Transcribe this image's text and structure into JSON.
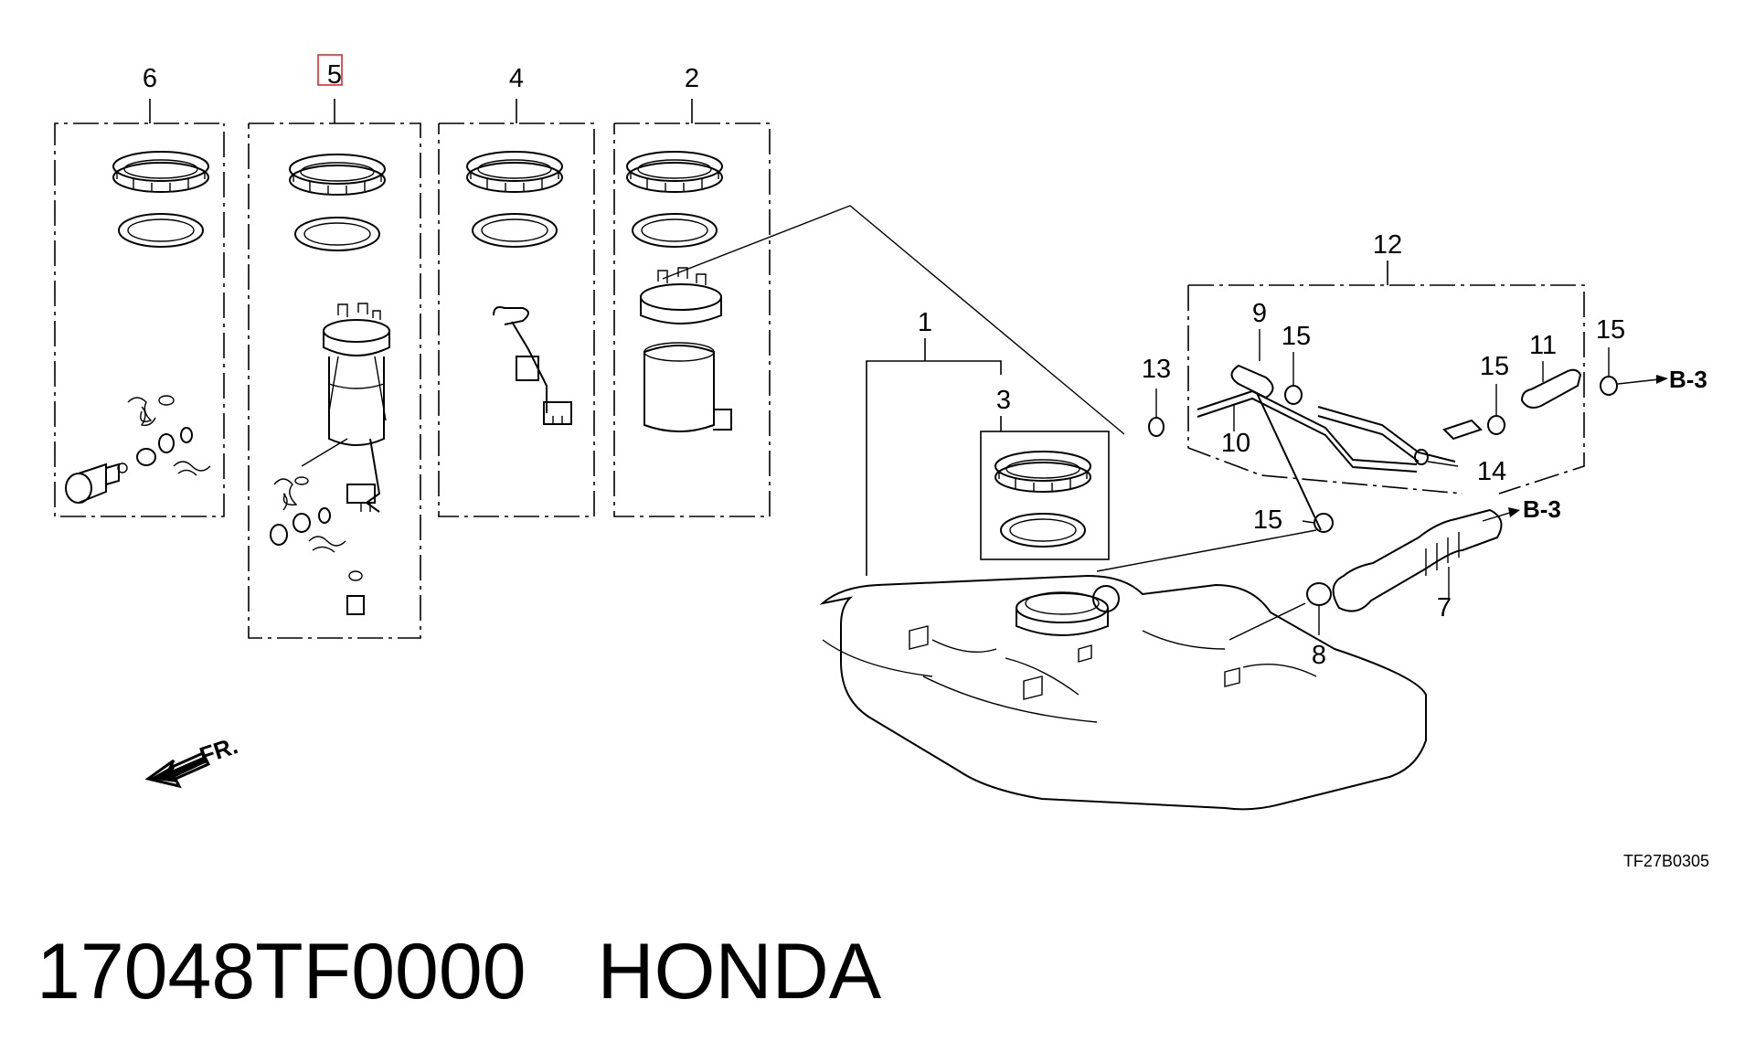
{
  "diagram": {
    "callouts": {
      "c1": "1",
      "c2": "2",
      "c3": "3",
      "c4": "4",
      "c5": "5",
      "c6": "6",
      "c7": "7",
      "c8": "8",
      "c9": "9",
      "c10": "10",
      "c11": "11",
      "c12": "12",
      "c13": "13",
      "c14": "14",
      "c15a": "15",
      "c15b": "15",
      "c15c": "15",
      "c15d": "15"
    },
    "highlighted_callout": "5",
    "references": {
      "b3_upper": "B-3",
      "b3_lower": "B-3"
    },
    "direction_label": "FR.",
    "drawing_code": "TF27B0305"
  },
  "footer": {
    "part_number": "17048TF0000",
    "brand": "HONDA"
  }
}
